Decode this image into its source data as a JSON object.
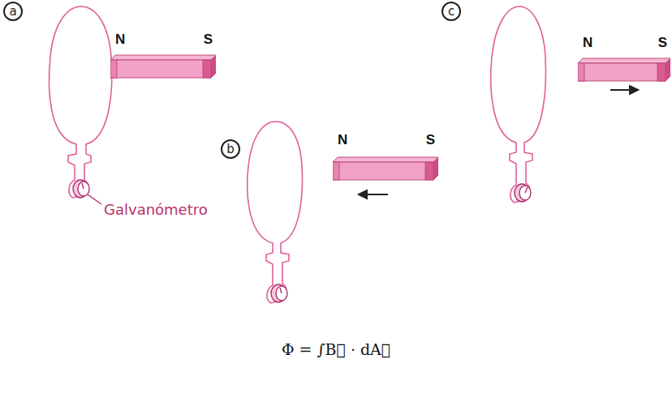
{
  "diagram": {
    "nodes": [
      {
        "text": [
          "a"
        ]
      },
      {
        "text": [
          "N",
          "S"
        ]
      },
      {
        "text": [
          "b"
        ]
      },
      {
        "text": [
          "N",
          "S"
        ]
      },
      {
        "text": [
          "c"
        ]
      },
      {
        "text": [
          "N",
          "S"
        ]
      }
    ],
    "labels": [
      "Galvanómetro",
      "Φ = ∫B⃗ · dA⃗"
    ]
  }
}
